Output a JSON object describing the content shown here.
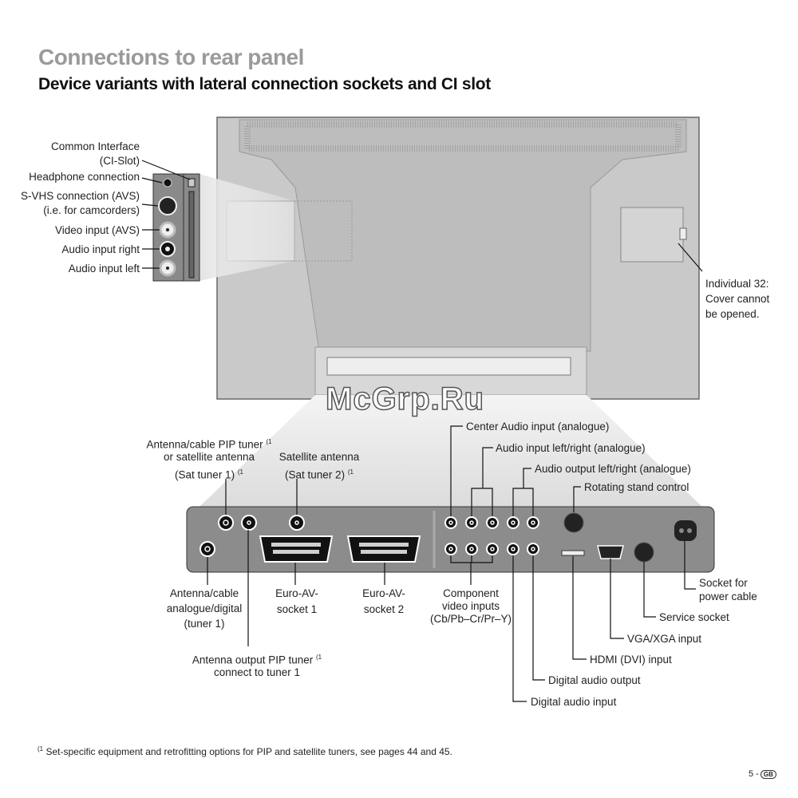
{
  "title": "Connections to rear panel",
  "subtitle": "Device variants with lateral connection sockets and CI slot",
  "watermark": "McGrp.Ru",
  "side_labels": {
    "ci_1": "Common Interface",
    "ci_2": "(CI-Slot)",
    "headphone": "Headphone connection",
    "svhs_1": "S-VHS connection (AVS)",
    "svhs_2": "(i.e. for camcorders)",
    "video": "Video input (AVS)",
    "audio_r": "Audio input right",
    "audio_l": "Audio input left"
  },
  "cover_note": [
    "Individual 32:",
    "Cover cannot",
    "be opened."
  ],
  "top_labels": {
    "pip_1": "Antenna/cable PIP tuner",
    "pip_sup": "(1",
    "pip_2": "or satellite antenna",
    "pip_3": "(Sat tuner 1)",
    "sat2_1": "Satellite antenna",
    "sat2_2": "(Sat tuner 2)",
    "center_audio": "Center Audio input (analogue)",
    "audio_in_lr": "Audio input left/right (analogue)",
    "audio_out_lr": "Audio output left/right (analogue)",
    "stand": "Rotating stand control"
  },
  "bottom_labels": {
    "ant1": [
      "Antenna/cable",
      "analogue/digital",
      "(tuner 1)"
    ],
    "euro1": [
      "Euro-AV-",
      "socket 1"
    ],
    "euro2": [
      "Euro-AV-",
      "socket 2"
    ],
    "component": [
      "Component",
      "video inputs",
      "(Cb/Pb–Cr/Pr–Y)"
    ],
    "pip_out_1": "Antenna output PIP tuner",
    "pip_out_2": "connect to tuner 1",
    "dig_in": "Digital audio input",
    "dig_out": "Digital audio output",
    "hdmi": "HDMI (DVI) input",
    "vga": "VGA/XGA input",
    "service": "Service socket",
    "power": [
      "Socket for",
      "power cable"
    ]
  },
  "footnote_sup": "(1",
  "footnote": "Set-specific equipment and retrofitting options for PIP and satellite tuners, see pages 44 and 45.",
  "page_number": "5 -",
  "page_lang": "GB"
}
